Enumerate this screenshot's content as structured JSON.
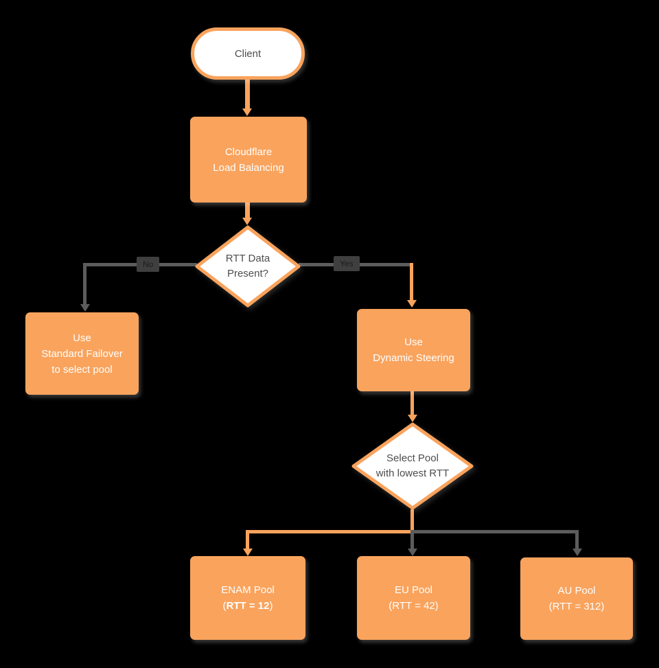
{
  "nodes": {
    "client": {
      "label": "Client"
    },
    "load_balancing": {
      "lines": [
        "Cloudflare",
        "Load Balancing"
      ]
    },
    "rtt_decision": {
      "lines": [
        "RTT Data",
        "Present?"
      ]
    },
    "standard_failover": {
      "lines": [
        "Use",
        "Standard Failover",
        "to select pool"
      ]
    },
    "dynamic_steering": {
      "lines": [
        "Use",
        "Dynamic Steering"
      ]
    },
    "select_pool": {
      "lines": [
        "Select Pool",
        "with lowest RTT"
      ]
    },
    "enam_pool": {
      "title": "ENAM Pool",
      "rtt_prefix": "(",
      "rtt_value": "RTT = 12",
      "rtt_suffix": ")"
    },
    "eu_pool": {
      "lines": [
        "EU Pool",
        "(RTT = 42)"
      ]
    },
    "au_pool": {
      "lines": [
        "AU Pool",
        "(RTT = 312)"
      ]
    }
  },
  "edges": {
    "no_label": "No",
    "yes_label": "Yes"
  },
  "colors": {
    "background": "#000000",
    "node_fill_orange": "#F9A35D",
    "node_text_white": "#FFFFFF",
    "decision_fill": "#FFFFFF",
    "decision_text": "#4D4D4D",
    "connector_orange": "#F9A35D",
    "connector_gray": "#5C5C5C",
    "edge_label_bg": "#3F3F3F",
    "edge_label_text": "#1C1C1C"
  }
}
